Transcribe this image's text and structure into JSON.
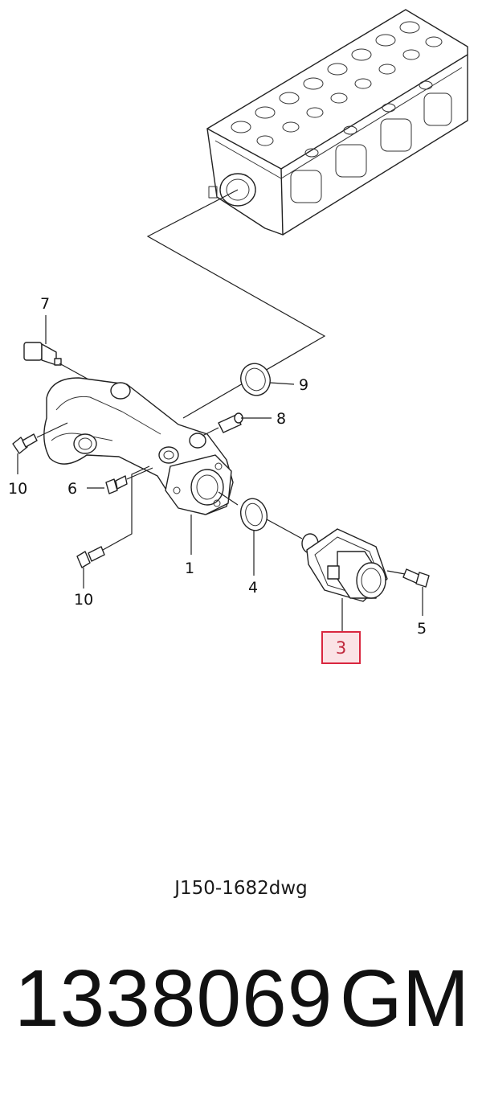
{
  "diagram": {
    "callouts": [
      {
        "id": "7",
        "label": "7"
      },
      {
        "id": "9",
        "label": "9"
      },
      {
        "id": "8",
        "label": "8"
      },
      {
        "id": "10a",
        "label": "10"
      },
      {
        "id": "6",
        "label": "6"
      },
      {
        "id": "1",
        "label": "1"
      },
      {
        "id": "4",
        "label": "4"
      },
      {
        "id": "10b",
        "label": "10"
      },
      {
        "id": "5",
        "label": "5"
      },
      {
        "id": "3",
        "label": "3"
      }
    ],
    "highlighted_callout": "3",
    "highlight_color": "#d9263f",
    "drawing_code": "J150-1682dwg"
  },
  "footer": {
    "part_number": "1338069",
    "brand": "GM"
  }
}
